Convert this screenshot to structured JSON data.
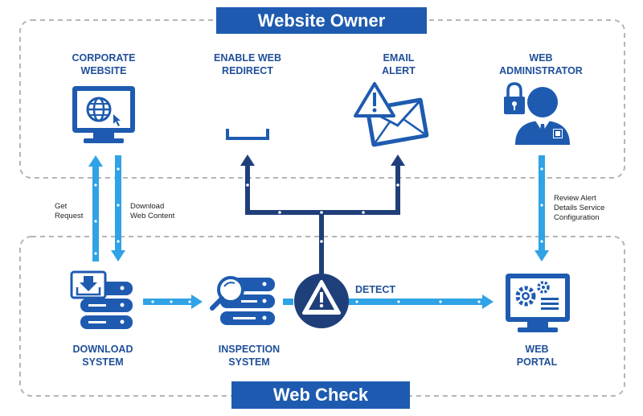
{
  "colors": {
    "dark_blue": "#1e5bb0",
    "navy": "#1f3f7a",
    "light_blue": "#2fa3e6",
    "dashed_border": "#b5b5b5"
  },
  "banners": {
    "website_owner": "Website Owner",
    "web_check": "Web Check"
  },
  "owner_zone": {
    "corporate_website": "CORPORATE\nWEBSITE",
    "enable_web_redirect": "ENABLE WEB\nREDIRECT",
    "email_alert": "EMAIL\nALERT",
    "web_administrator": "WEB\nADMINISTRATOR"
  },
  "check_zone": {
    "download_system": "DOWNLOAD\nSYSTEM",
    "inspection_system": "INSPECTION\nSYSTEM",
    "web_portal": "WEB\nPORTAL",
    "detect": "DETECT"
  },
  "flow_labels": {
    "get_request": "Get\nRequest",
    "download_web_content": "Download\nWeb Content",
    "review_alert": "Review Alert\nDetails Service\nConfiguration"
  },
  "icons": {
    "corporate_website": "monitor-globe-icon",
    "enable_web_redirect": "redirect-tray-icon",
    "email_alert": "envelope-warning-icon",
    "web_administrator": "admin-user-lock-icon",
    "download_system": "server-download-icon",
    "inspection_system": "server-magnifier-icon",
    "detect": "warning-circle-icon",
    "web_portal": "monitor-gears-icon"
  }
}
